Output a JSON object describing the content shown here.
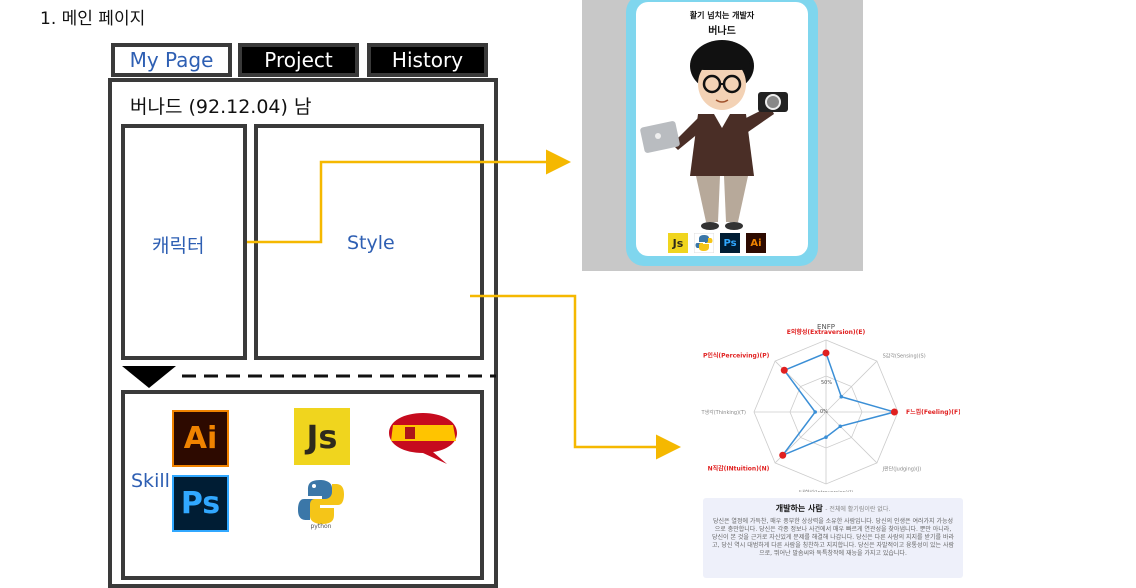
{
  "heading": "1. 메인 페이지",
  "tabs": [
    {
      "label": "My Page"
    },
    {
      "label": "Project"
    },
    {
      "label": "History"
    }
  ],
  "user_info": "버나드 (92.12.04) 남",
  "labels": {
    "character": "캐릭터",
    "style": "Style",
    "skill": "Skill"
  },
  "skills": [
    {
      "name": "illustrator-icon",
      "text": "Ai"
    },
    {
      "name": "javascript-icon",
      "text": "Js"
    },
    {
      "name": "photoshop-icon",
      "text": "Ps"
    },
    {
      "name": "python-icon",
      "text": "python"
    },
    {
      "name": "spanish-flag-icon",
      "text": ""
    }
  ],
  "card": {
    "title_small": "활기 넘치는 개발자",
    "title": "버나드",
    "badges": [
      "Js",
      "",
      "Ps",
      "Ai"
    ]
  },
  "radar": {
    "title": "ENFP",
    "axes": [
      {
        "label": "E외향성(Extraversion)(E)",
        "highlight": true
      },
      {
        "label": "S감각(Sensing)(S)",
        "highlight": false
      },
      {
        "label": "F느낌(Feeling)(F)",
        "highlight": true
      },
      {
        "label": "J판단(Judging)(J)",
        "highlight": false
      },
      {
        "label": "I내향성(Introversion)(I)",
        "highlight": false
      },
      {
        "label": "N직감(INtuition)(N)",
        "highlight": true
      },
      {
        "label": "T생각(Thinking)(T)",
        "highlight": false
      },
      {
        "label": "P인식(Perceiving)(P)",
        "highlight": true
      }
    ],
    "values": [
      0.82,
      0.3,
      0.95,
      0.28,
      0.35,
      0.85,
      0.15,
      0.82
    ],
    "ring_labels": [
      "50%",
      "0%"
    ],
    "colors": {
      "line": "#3b8fd6",
      "point": "#e02020",
      "highlight_text": "#e02020"
    }
  },
  "description": {
    "title": "개발하는 사람",
    "subtitle": "- 전체에 활기림이란 없다.",
    "body": "당신은 열정에 가득찬, 매우 풍부한 상상력을 소유한 사람입니다. 당신의 인생은 여러가지 가능성으로 충만합니다. 당신은 각종 정보나 사건에서 매우 빠르게 연관성을 찾아냅니다. 뿐만 아니라, 당신이 본 것을 근거로 자신있게 문제를 해결해 나갑니다. 당신은 다른 사람의 지지를 받기를 바라고, 당신 역시 대범하게 다른 사람을 칭찬하고 지지합니다. 당신은 자발적이고 융통성이 있는 사람으로, 뛰어난 말솜씨와 독특창작에 재능을 가지고 있습니다."
  },
  "colors": {
    "connector": "#f5b800",
    "box_border": "#3a3a3a",
    "accent_text": "#2e5fb3",
    "card_frame": "#7fd6ee"
  }
}
